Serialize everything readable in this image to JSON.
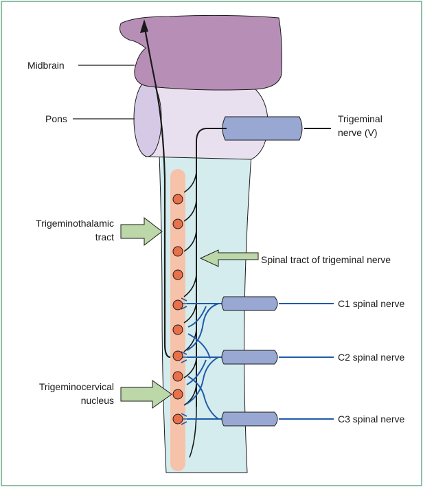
{
  "labels": {
    "midbrain": "Midbrain",
    "pons": "Pons",
    "trigeminal_nerve_line1": "Trigeminal",
    "trigeminal_nerve_line2": "nerve (V)",
    "trigeminothalamic_line1": "Trigeminothalamic",
    "trigeminothalamic_line2": "tract",
    "spinal_tract": "Spinal tract of trigeminal nerve",
    "c1": "C1 spinal nerve",
    "c2": "C2 spinal nerve",
    "c3": "C3 spinal nerve",
    "trigeminocervical_line1": "Trigeminocervical",
    "trigeminocervical_line2": "nucleus"
  },
  "colors": {
    "frame_border": "#8fbfa8",
    "midbrain_fill": "#b78fb6",
    "pons_fill": "#e8e0ef",
    "pons_cap_fill": "#d6c9e6",
    "cord_fill": "#d4ecee",
    "nucleus_column": "#f6c3aa",
    "nucleus_cell": "#e8704a",
    "nerve_fill": "#99a8d2",
    "c_nerve_line": "#1f5aa8",
    "arrow_fill": "#bcd7a8",
    "tract_line": "#1a1a1a"
  }
}
